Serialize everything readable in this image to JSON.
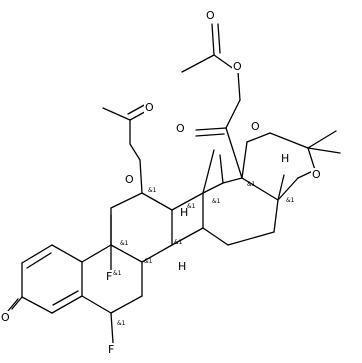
{
  "atom_labels": {
    "o_acetoxy_carbonyl": "O",
    "o_acetoxy_ester": "O",
    "o_c21_ester": "O",
    "o_c21_carbonyl": "O",
    "o_c20_ketone": "O",
    "o_ring_17": "O",
    "o_ring_16": "O",
    "o_c3_ketone": "O",
    "f_9": "F",
    "f_6": "F",
    "h_8": "H",
    "h_14": "H",
    "h_16": "H"
  },
  "stereo_label": "&1"
}
